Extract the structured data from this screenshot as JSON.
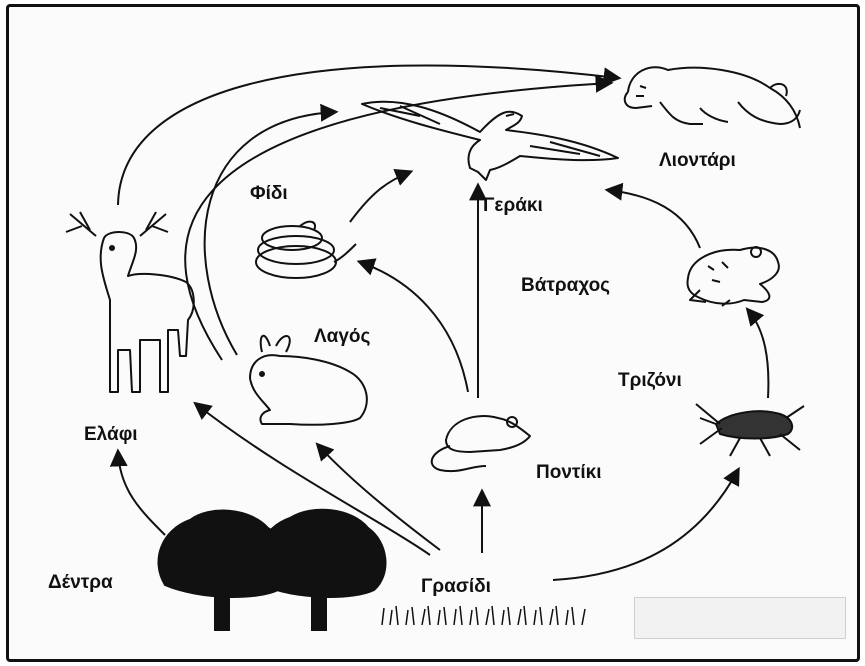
{
  "organisms": {
    "lion": "Λιοντάρι",
    "hawk": "Γεράκι",
    "snake": "Φίδι",
    "frog": "Βάτραχος",
    "rabbit": "Λαγός",
    "deer": "Ελάφι",
    "cricket": "Τριζόνι",
    "mouse": "Ποντίκι",
    "trees": "Δέντρα",
    "grass": "Γρασίδι"
  },
  "links": [
    [
      "trees",
      "deer"
    ],
    [
      "grass",
      "deer"
    ],
    [
      "grass",
      "rabbit"
    ],
    [
      "grass",
      "mouse"
    ],
    [
      "grass",
      "cricket"
    ],
    [
      "deer",
      "lion"
    ],
    [
      "rabbit",
      "lion"
    ],
    [
      "rabbit",
      "hawk"
    ],
    [
      "mouse",
      "snake"
    ],
    [
      "mouse",
      "hawk"
    ],
    [
      "snake",
      "hawk"
    ],
    [
      "cricket",
      "frog"
    ],
    [
      "frog",
      "hawk"
    ]
  ],
  "icons": {
    "lion": "lion-icon",
    "hawk": "hawk-icon",
    "snake": "snake-icon",
    "frog": "frog-icon",
    "rabbit": "rabbit-icon",
    "deer": "deer-icon",
    "cricket": "cricket-icon",
    "mouse": "mouse-icon",
    "trees": "trees-icon",
    "grass": "grass-icon"
  },
  "colors": {
    "ink": "#111111"
  }
}
